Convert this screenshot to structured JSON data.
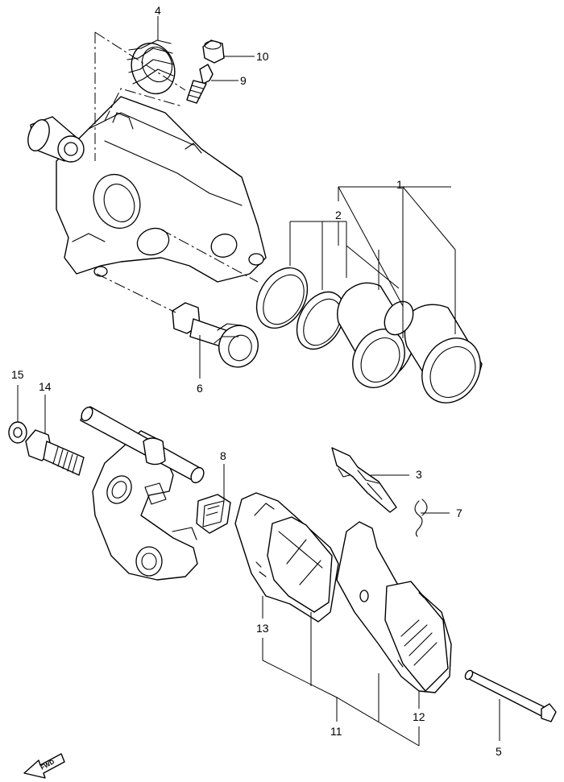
{
  "diagram": {
    "callouts": [
      "1",
      "2",
      "3",
      "4",
      "5",
      "6",
      "7",
      "8",
      "9",
      "10",
      "11",
      "12",
      "13",
      "14",
      "15"
    ],
    "direction_label": "FWD"
  }
}
